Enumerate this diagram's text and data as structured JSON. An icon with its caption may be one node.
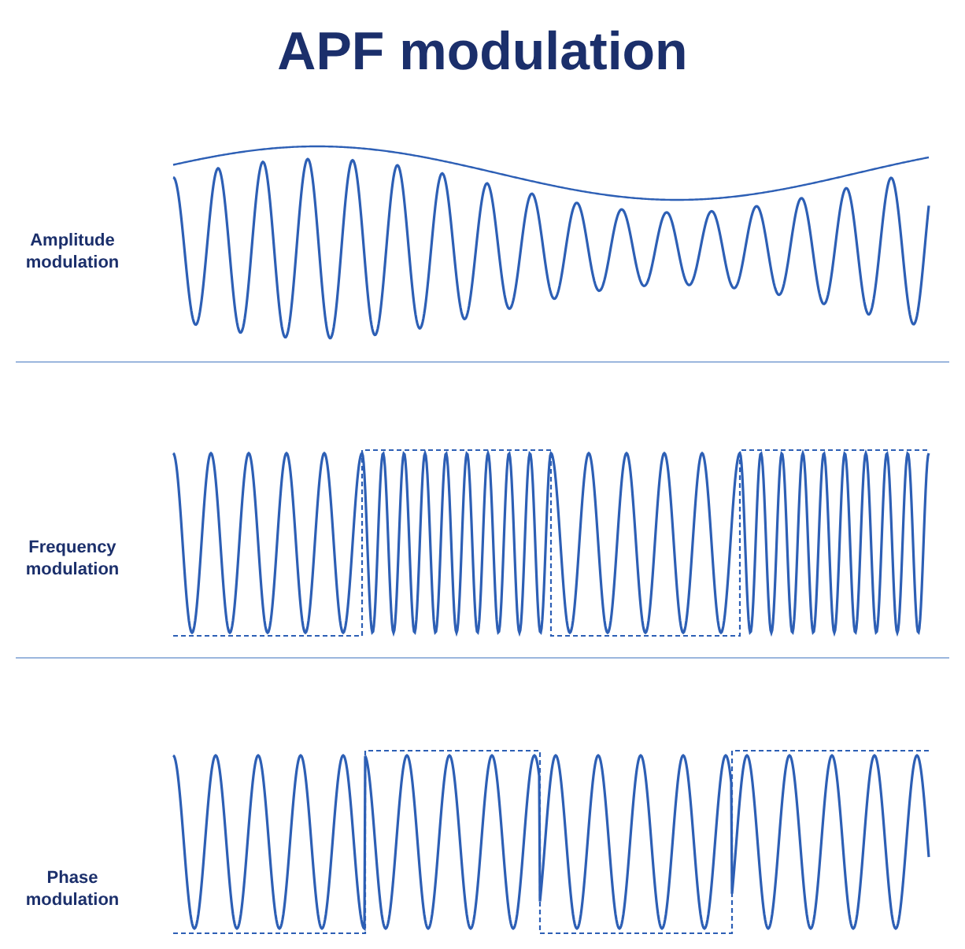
{
  "diagram": {
    "title": "APF modulation",
    "labels": [
      "Amplitude modulation",
      "Frequency modulation",
      "Phase modulation"
    ]
  }
}
